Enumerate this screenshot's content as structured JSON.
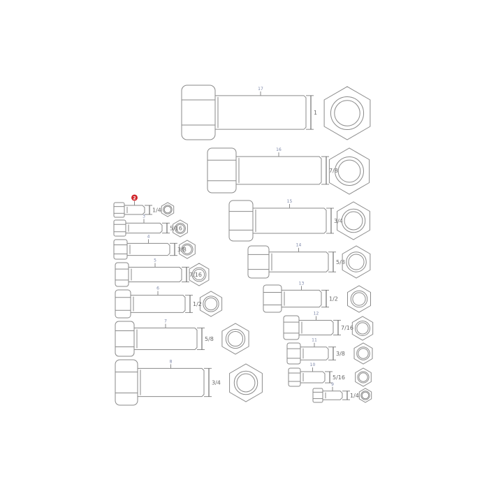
{
  "diagram": {
    "highlighted_item": "2",
    "colors": {
      "line": "#8a8a8a",
      "label": "#7b86a8",
      "highlight": "#d0262b"
    },
    "bolts": [
      {
        "item": "2",
        "size": "1/4"
      },
      {
        "item": "3",
        "size": "5/16"
      },
      {
        "item": "4",
        "size": "3/8"
      },
      {
        "item": "5",
        "size": "7/16"
      },
      {
        "item": "6",
        "size": "1/2"
      },
      {
        "item": "7",
        "size": "5/8"
      },
      {
        "item": "8",
        "size": "3/4"
      },
      {
        "item": "17",
        "size": "1"
      },
      {
        "item": "16",
        "size": "7/8"
      },
      {
        "item": "15",
        "size": "3/4"
      },
      {
        "item": "14",
        "size": "5/8"
      },
      {
        "item": "13",
        "size": "1/2"
      },
      {
        "item": "12",
        "size": "7/16"
      },
      {
        "item": "11",
        "size": "3/8"
      },
      {
        "item": "10",
        "size": "5/16"
      },
      {
        "item": "9",
        "size": "1/4"
      }
    ]
  }
}
